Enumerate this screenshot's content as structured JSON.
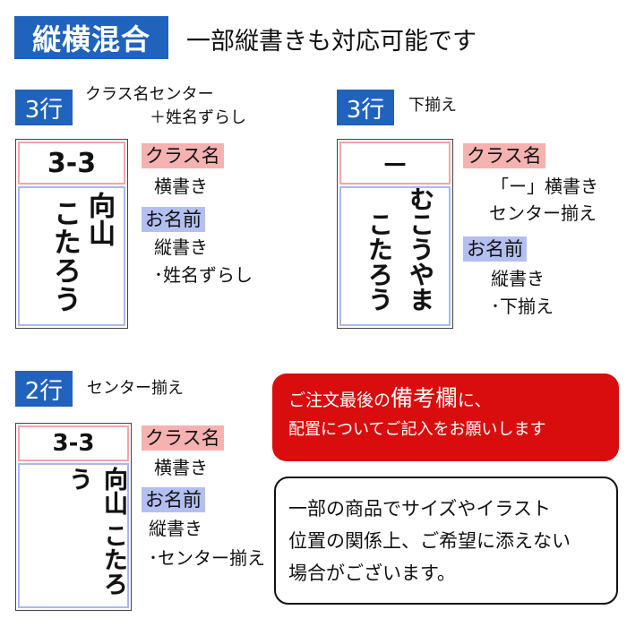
{
  "header": {
    "tag": "縦横混合",
    "description": "一部縦書きも対応可能です"
  },
  "sections": {
    "a": {
      "tag": "3行",
      "desc_line1": "クラス名センター",
      "desc_line2": "＋姓名ずらし",
      "tag_class_text": "3-3",
      "tag_name_col1": "向山",
      "tag_name_col2": "こたろう",
      "class_label": "クラス名",
      "class_note": "横書き",
      "name_label": "お名前",
      "name_note1": "縦書き",
      "name_note2": "･姓名ずらし"
    },
    "b": {
      "tag": "3行",
      "desc_line1": "下揃え",
      "tag_class_text": "－",
      "tag_name_col1": "むこうやま",
      "tag_name_col2": "こたろう",
      "class_label": "クラス名",
      "class_note1": "「ー」横書き",
      "class_note2": "センター揃え",
      "name_label": "お名前",
      "name_note1": "縦書き",
      "name_note2": "･下揃え"
    },
    "c": {
      "tag": "2行",
      "desc_line1": "センター揃え",
      "tag_class_text": "3-3",
      "tag_name_col1": "向山 こたろう",
      "class_label": "クラス名",
      "class_note": "横書き",
      "name_label": "お名前",
      "name_note1": "縦書き",
      "name_note2": "･センター揃え"
    }
  },
  "red_notice": {
    "line1_pre": "ご注文最後の",
    "line1_big": "備考欄",
    "line1_post": "に、",
    "line2": "配置についてご記入をお願いします"
  },
  "white_notice": {
    "line1": "一部の商品でサイズやイラスト",
    "line2": "位置の関係上、ご希望に添えない",
    "line3": "場合がございます。"
  },
  "colors": {
    "blue": "#1f63bd",
    "red": "#d90d0d",
    "pink": "#f6b1b1",
    "lavender": "#b3bff0"
  }
}
